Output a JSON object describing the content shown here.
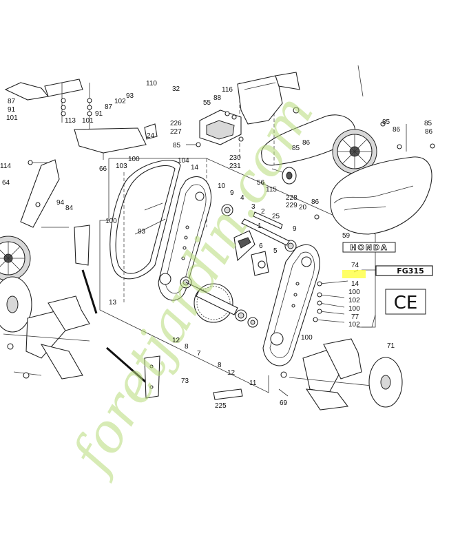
{
  "labels": {
    "l87": "87",
    "l91": "91",
    "l101a": "101",
    "l113": "113",
    "l101b": "101",
    "l87b": "87",
    "l91b": "91",
    "l102a": "102",
    "l93a": "93",
    "l110": "110",
    "l32": "32",
    "l116": "116",
    "l88": "88",
    "l55": "55",
    "l226": "226",
    "l227": "227",
    "l24": "24",
    "l85a": "85",
    "l66": "66",
    "l114": "114",
    "l64": "64",
    "l94": "94",
    "l84": "84",
    "l103": "103",
    "l100a": "100",
    "l104": "104",
    "l14a": "14",
    "l230": "230",
    "l231": "231",
    "l56": "56",
    "l115": "115",
    "l228": "228",
    "l229": "229",
    "l85b": "85",
    "l86a": "86",
    "l85c": "85",
    "l86b": "86",
    "l85d": "85",
    "l86c": "86",
    "l86d": "86",
    "l20": "20",
    "l10": "10",
    "l9a": "9",
    "l4": "4",
    "l3": "3",
    "l2": "2",
    "l25": "25",
    "l1": "1",
    "l9b": "9",
    "l6": "6",
    "l5": "5",
    "l100b": "100",
    "l93b": "93",
    "l13": "13",
    "l59": "59",
    "l74": "74",
    "l14b": "14",
    "l100c": "100",
    "l102b": "102",
    "l100d": "100",
    "l77": "77",
    "l102c": "102",
    "l12a": "12",
    "l8a": "8",
    "l7": "7",
    "l8b": "8",
    "l12b": "12",
    "l11": "11",
    "l100e": "100",
    "l73": "73",
    "l225": "225",
    "l69": "69",
    "l71": "71"
  },
  "brand_logo": "HONDA",
  "model_logo": "FG315",
  "ce_mark": "CE",
  "watermark": "foretjardin.com",
  "highlight_color": "#ffff33",
  "watermark_color": "#b7dc7a"
}
